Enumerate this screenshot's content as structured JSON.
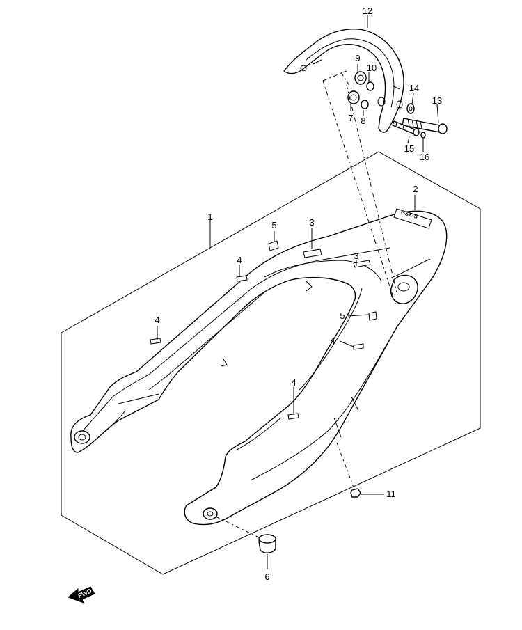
{
  "callouts": {
    "c1": "1",
    "c2": "2",
    "c3a": "3",
    "c3b": "3",
    "c4a": "4",
    "c4b": "4",
    "c4c": "4",
    "c4d": "4",
    "c5a": "5",
    "c5b": "5",
    "c6": "6",
    "c7": "7",
    "c8": "8",
    "c9": "9",
    "c10": "10",
    "c11": "11",
    "c12": "12",
    "c13": "13",
    "c14": "14",
    "c15": "15",
    "c16": "16"
  },
  "fwd_label": "FWD",
  "decal_text": "GSX-S"
}
